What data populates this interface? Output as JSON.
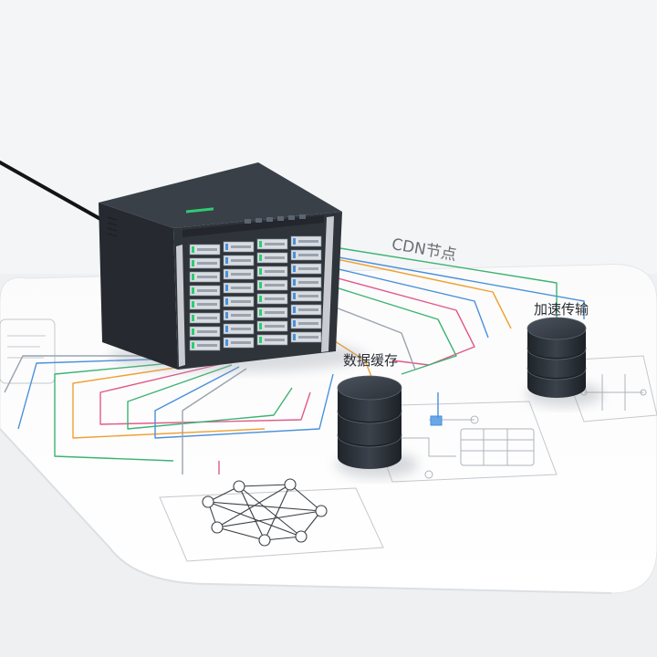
{
  "labels": {
    "cdn_node": "CDN节点",
    "accelerated_transfer": "加速传输",
    "data_cache": "数据缓存"
  },
  "colors": {
    "background": "#f4f5f6",
    "board": "#ffffff",
    "server_body": "#2f343b",
    "server_side": "#262a30",
    "server_top": "#3a4048",
    "drive_face": "#d9dde2",
    "drive_led": "#2ecc71",
    "cylinder": "#2b3138",
    "line_blue": "#4a90d9",
    "line_green": "#3cb371",
    "line_orange": "#f0a030",
    "line_pink": "#e05a8a",
    "line_gray": "#9aa3ad",
    "sketch": "#b9bec5"
  },
  "icons": {
    "server": "rack-server-icon",
    "storage": "database-cylinder-icon",
    "network": "network-graph-icon",
    "cable": "power-cable-icon"
  }
}
